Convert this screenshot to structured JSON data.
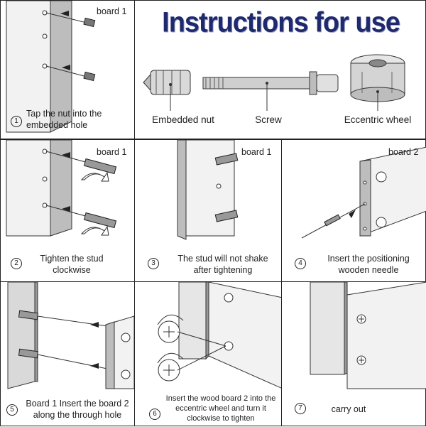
{
  "title": "Instructions for use",
  "parts": {
    "nut": "Embedded nut",
    "screw": "Screw",
    "wheel": "Eccentric wheel"
  },
  "steps": [
    {
      "num": "1",
      "text_line1": "Tap the nut into the",
      "text_line2": "embedded hole",
      "board": "board 1"
    },
    {
      "num": "2",
      "text_line1": "Tighten the stud",
      "text_line2": "clockwise",
      "board": "board 1"
    },
    {
      "num": "3",
      "text_line1": "The stud will not shake",
      "text_line2": "after tightening",
      "board": "board 1"
    },
    {
      "num": "4",
      "text_line1": "Insert the positioning",
      "text_line2": "wooden needle",
      "board": "board 2"
    },
    {
      "num": "5",
      "text_line1": "Board 1 Insert the board 2",
      "text_line2": "along the through hole",
      "board": ""
    },
    {
      "num": "6",
      "text_line1": "Insert the wood board 2 into the",
      "text_line2": "eccentric wheel and turn it",
      "text_line3": "clockwise to tighten",
      "board": ""
    },
    {
      "num": "7",
      "text_line1": "carry out",
      "text_line2": "",
      "board": ""
    }
  ]
}
